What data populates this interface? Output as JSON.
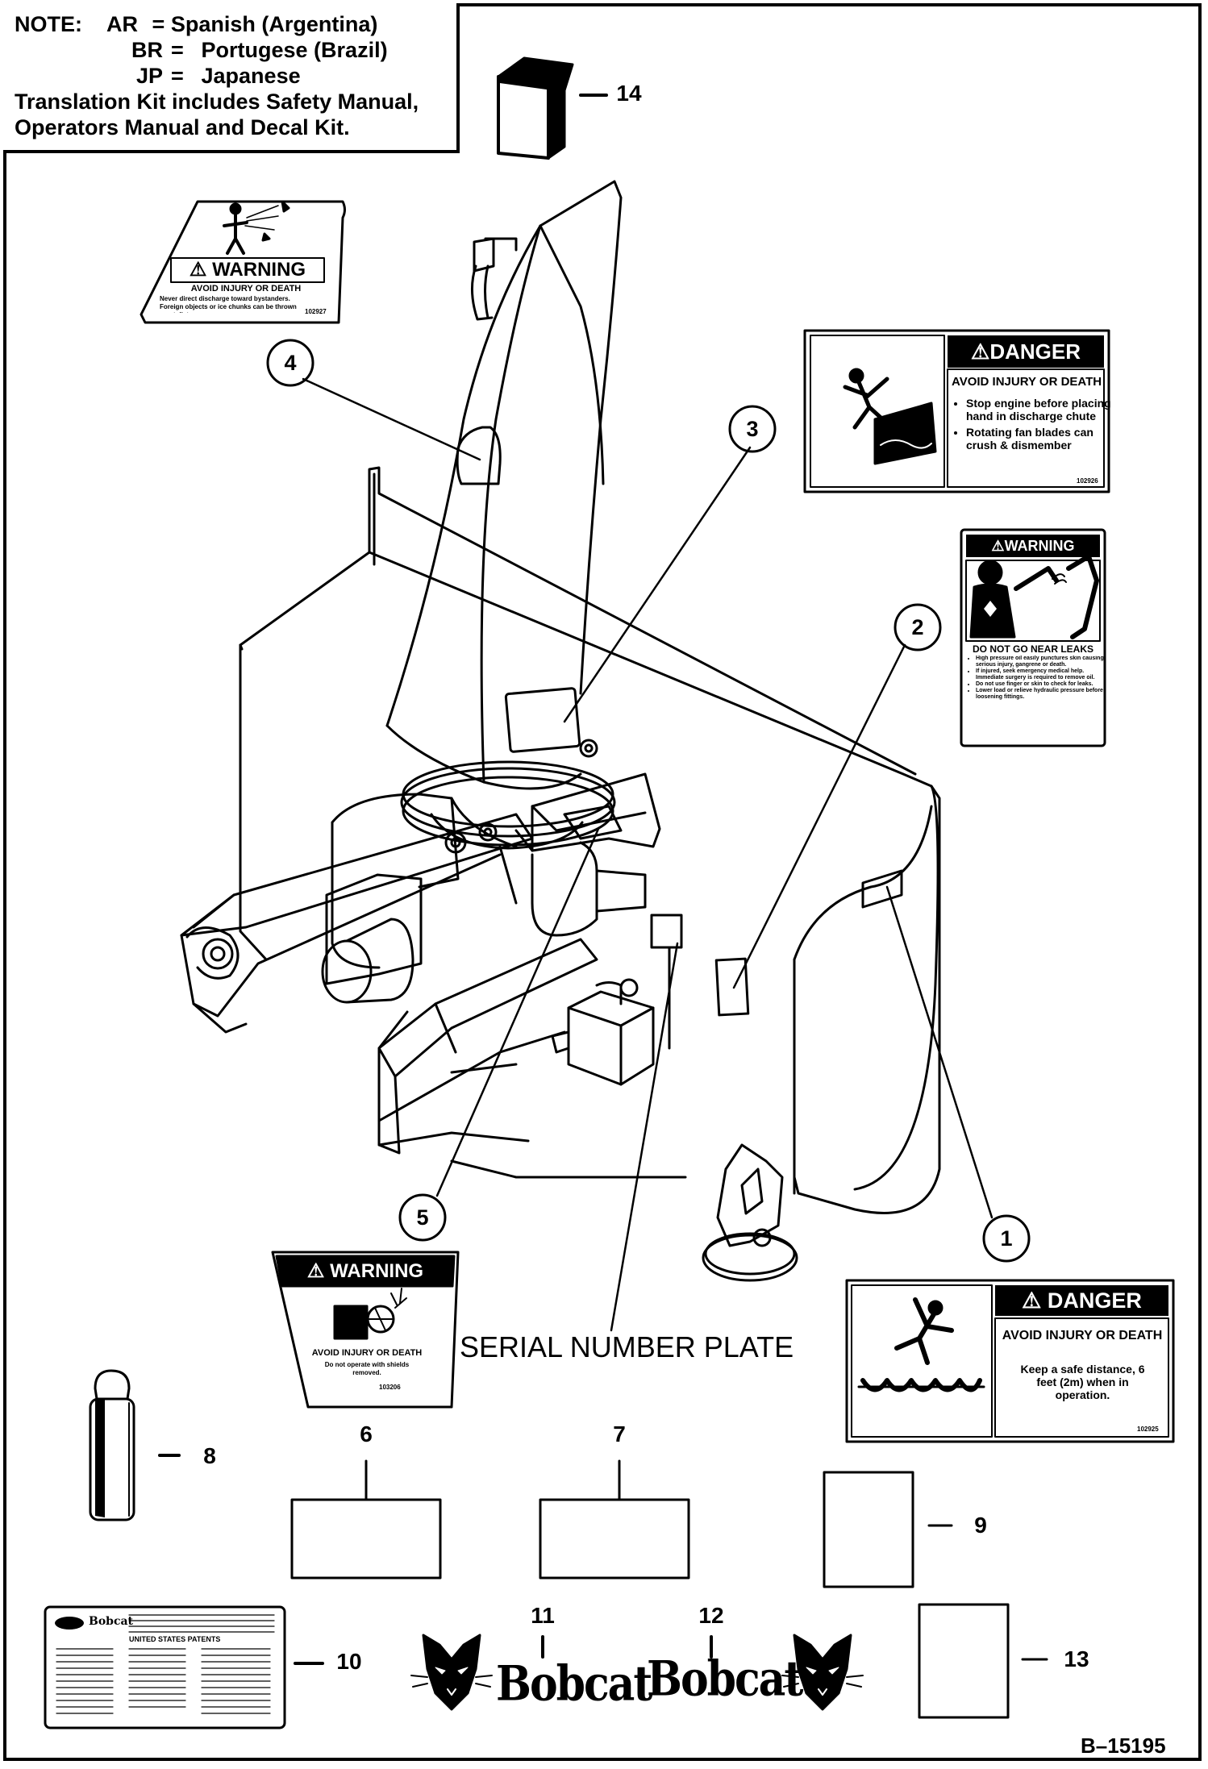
{
  "note": {
    "title": "NOTE:",
    "items": [
      {
        "code": "AR",
        "language": "Spanish (Argentina)"
      },
      {
        "code": "BR",
        "language": "Portugese (Brazil)"
      },
      {
        "code": "JP",
        "language": "Japanese"
      }
    ],
    "equals": "=",
    "line1": "Translation Kit includes Safety Manual,",
    "line2": "Operators Manual and Decal Kit."
  },
  "callouts": [
    "1",
    "2",
    "3",
    "4",
    "5"
  ],
  "part_numbers": {
    "p6": "6",
    "p7": "7",
    "p8": "8",
    "p9": "9",
    "p10": "10",
    "p11": "11",
    "p12": "12",
    "p13": "13",
    "p14": "14"
  },
  "serial_plate_label": "SERIAL NUMBER PLATE",
  "figure_id": "B–15195",
  "brand_text": "Bobcat",
  "decals": {
    "d1": {
      "header": "DANGER",
      "subheader": "AVOID INJURY OR DEATH",
      "text": "Keep a safe distance, 6 feet (2m) when in operation.",
      "part_no": "102925"
    },
    "d2": {
      "header": "WARNING",
      "subheader": "DO NOT GO NEAR LEAKS",
      "bullets": [
        "High pressure oil easily punctures skin causing serious injury, gangrene or death.",
        "If injured, seek emergency medical help. Immediate surgery is required to remove oil.",
        "Do not use finger or skin to check for leaks.",
        "Lower load or relieve hydraulic pressure before loosening fittings."
      ]
    },
    "d3": {
      "header": "DANGER",
      "subheader": "AVOID INJURY OR DEATH",
      "bullets": [
        "Stop engine before placing hand in discharge chute",
        "Rotating fan blades can crush & dismember"
      ],
      "part_no": "102926"
    },
    "d4": {
      "header": "WARNING",
      "subheader": "AVOID INJURY OR DEATH",
      "text": "Never direct discharge toward bystanders. Foreign objects or ice chunks can be thrown great distances.",
      "part_no": "102927"
    },
    "d5": {
      "header": "WARNING",
      "subheader": "AVOID INJURY OR DEATH",
      "text": "Do not operate with shields removed.",
      "part_no": "103206"
    },
    "d10": {
      "brand": "Bobcat",
      "heading": "UNITED STATES PATENTS"
    }
  },
  "icons": [
    "warning-triangle-icon",
    "bobcat-head-logo-icon"
  ]
}
